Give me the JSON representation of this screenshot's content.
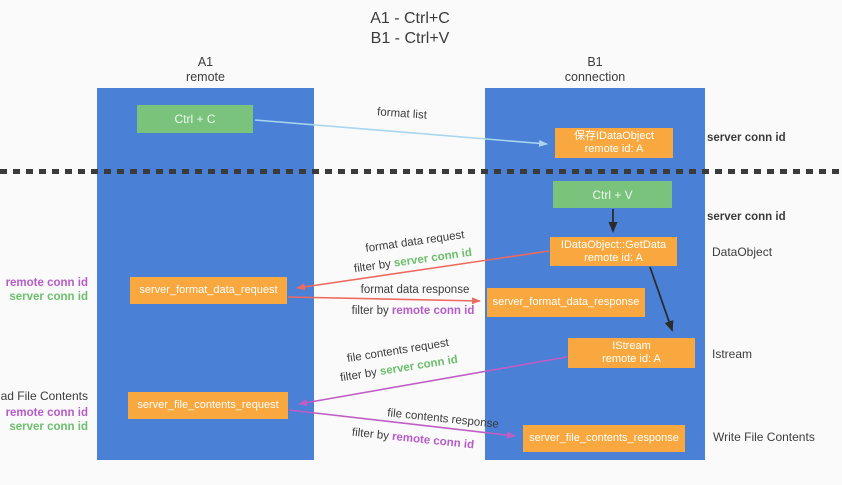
{
  "title": {
    "line1": "A1 - Ctrl+C",
    "line2": "B1 - Ctrl+V"
  },
  "lifelines": {
    "left": {
      "name": "A1",
      "role": "remote"
    },
    "right": {
      "name": "B1",
      "role": "connection"
    }
  },
  "boxes": {
    "ctrl_c": "Ctrl + C",
    "ctrl_v": "Ctrl + V",
    "save_idataobject": {
      "line1": "保存IDataObject",
      "line2": "remote id: A"
    },
    "getdata": {
      "line1": "IDataObject::GetData",
      "line2": "remote id: A"
    },
    "istream": {
      "line1": "IStream",
      "line2": "remote id: A"
    },
    "format_request": "server_format_data_request",
    "format_response": "server_format_data_response",
    "file_request": "server_file_contents_request",
    "file_response": "server_file_contents_response"
  },
  "arrow_labels": {
    "format_list": "format list",
    "format_data_request": "format data request",
    "format_data_response": "format data response",
    "file_contents_request": "file contents request",
    "file_contents_response": "file contents response",
    "filter_by": "filter by ",
    "server_conn_id": "server conn id",
    "remote_conn_id": "remote conn id"
  },
  "side_labels": {
    "server_conn_id_top": "server conn id",
    "server_conn_id_mid": "server conn id",
    "dataobject": "DataObject",
    "istream": "Istream",
    "write_file_contents": "Write File Contents",
    "read_file_contents": "Read File Contents",
    "remote_conn_id": "remote conn id",
    "server_conn_id": "server conn id"
  },
  "colors": {
    "column_blue": "#4a80d5",
    "box_green": "#79c37c",
    "box_orange": "#f8a83e",
    "arrow_red": "#ee6a60",
    "arrow_purple": "#c05ec6",
    "arrow_light_blue": "#a9d5ee",
    "arrow_black": "#2b2b2b",
    "text_green": "#6cbf6c",
    "text_purple": "#b65cc9",
    "text_dark": "#3c3c3c"
  }
}
